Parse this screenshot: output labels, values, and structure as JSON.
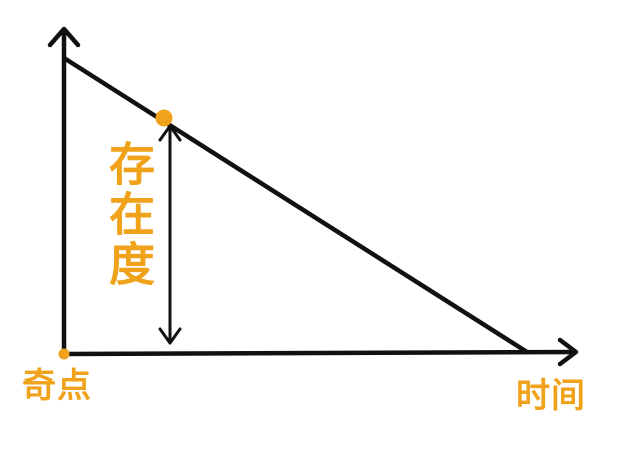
{
  "labels": {
    "origin": "奇点",
    "time_axis": "时间",
    "measure": "存在度"
  },
  "colors": {
    "ink": "#111111",
    "accent": "#f0a21a"
  }
}
